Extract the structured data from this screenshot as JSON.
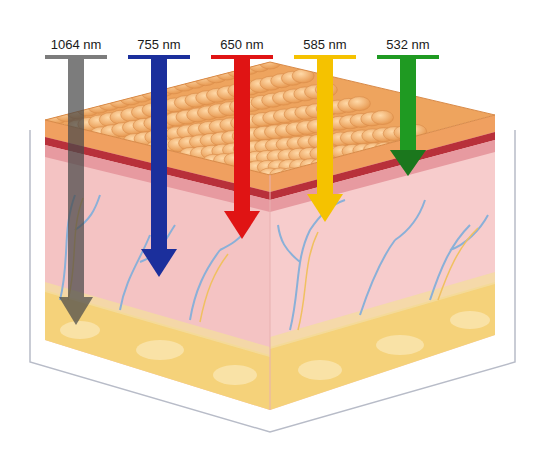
{
  "diagram": {
    "labels": [
      "1064 nm",
      "755 nm",
      "650 nm",
      "585 nm",
      "532 nm"
    ]
  }
}
